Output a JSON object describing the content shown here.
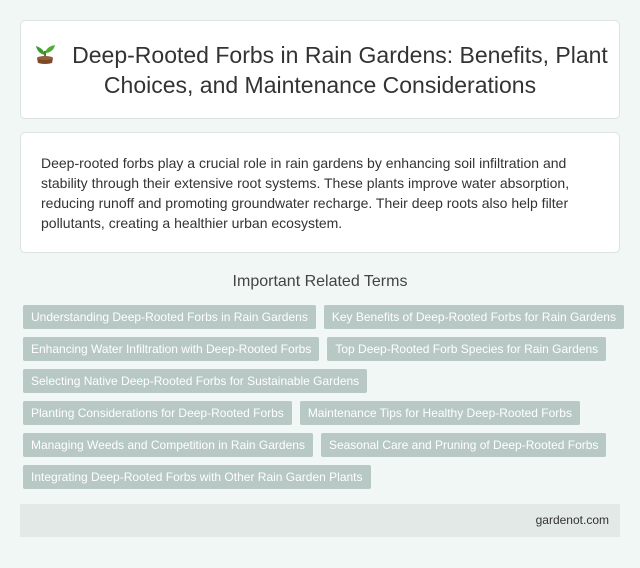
{
  "header": {
    "icon": "seedling-icon",
    "title": "Deep-Rooted Forbs in Rain Gardens: Benefits, Plant Choices, and Maintenance Considerations"
  },
  "description": "Deep-rooted forbs play a crucial role in rain gardens by enhancing soil infiltration and stability through their extensive root systems. These plants improve water absorption, reducing runoff and promoting groundwater recharge. Their deep roots also help filter pollutants, creating a healthier urban ecosystem.",
  "related": {
    "title": "Important Related Terms",
    "tags": [
      "Understanding Deep-Rooted Forbs in Rain Gardens",
      "Key Benefits of Deep-Rooted Forbs for Rain Gardens",
      "Enhancing Water Infiltration with Deep-Rooted Forbs",
      "Top Deep-Rooted Forb Species for Rain Gardens",
      "Selecting Native Deep-Rooted Forbs for Sustainable Gardens",
      "Planting Considerations for Deep-Rooted Forbs",
      "Maintenance Tips for Healthy Deep-Rooted Forbs",
      "Managing Weeds and Competition in Rain Gardens",
      "Seasonal Care and Pruning of Deep-Rooted Forbs",
      "Integrating Deep-Rooted Forbs with Other Rain Garden Plants"
    ]
  },
  "footer": {
    "site": "gardenot.com"
  },
  "colors": {
    "background": "#f1f7f4",
    "tag": "#b8c8c4",
    "footer": "#e3e9e6"
  }
}
